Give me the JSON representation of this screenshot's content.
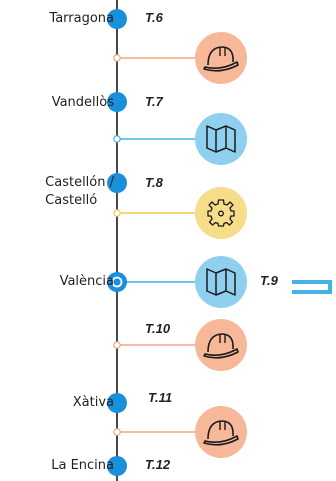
{
  "colors": {
    "axis": "#1b1b1b",
    "node": "#1a8fdb",
    "orange": "#f6b899",
    "orange_line": "#f5a47e",
    "blue": "#8fd0ef",
    "blue_line": "#46b2e6",
    "yellow": "#f6dd8a",
    "yellow_line": "#f2cb4b"
  },
  "stations": [
    {
      "name": "Tarragona",
      "section": "T.6"
    },
    {
      "name": "Vandellòs",
      "section": "T.7"
    },
    {
      "name_line1": "Castellón /",
      "name_line2": "Castelló",
      "section": "T.8"
    },
    {
      "name": "València",
      "section": "T.9"
    },
    {
      "name": "Xàtiva",
      "section": "T.11"
    },
    {
      "name": "La Encina",
      "section": "T.12"
    }
  ],
  "extra_sections": [
    "T.10"
  ],
  "branches": [
    {
      "type": "works",
      "icon": "hardhat-icon",
      "color": "orange"
    },
    {
      "type": "study",
      "icon": "map-icon",
      "color": "blue"
    },
    {
      "type": "project",
      "icon": "gear-icon",
      "color": "yellow"
    },
    {
      "type": "study",
      "icon": "map-icon",
      "color": "blue"
    },
    {
      "type": "works",
      "icon": "hardhat-icon",
      "color": "orange"
    },
    {
      "type": "works",
      "icon": "hardhat-icon",
      "color": "orange"
    }
  ]
}
